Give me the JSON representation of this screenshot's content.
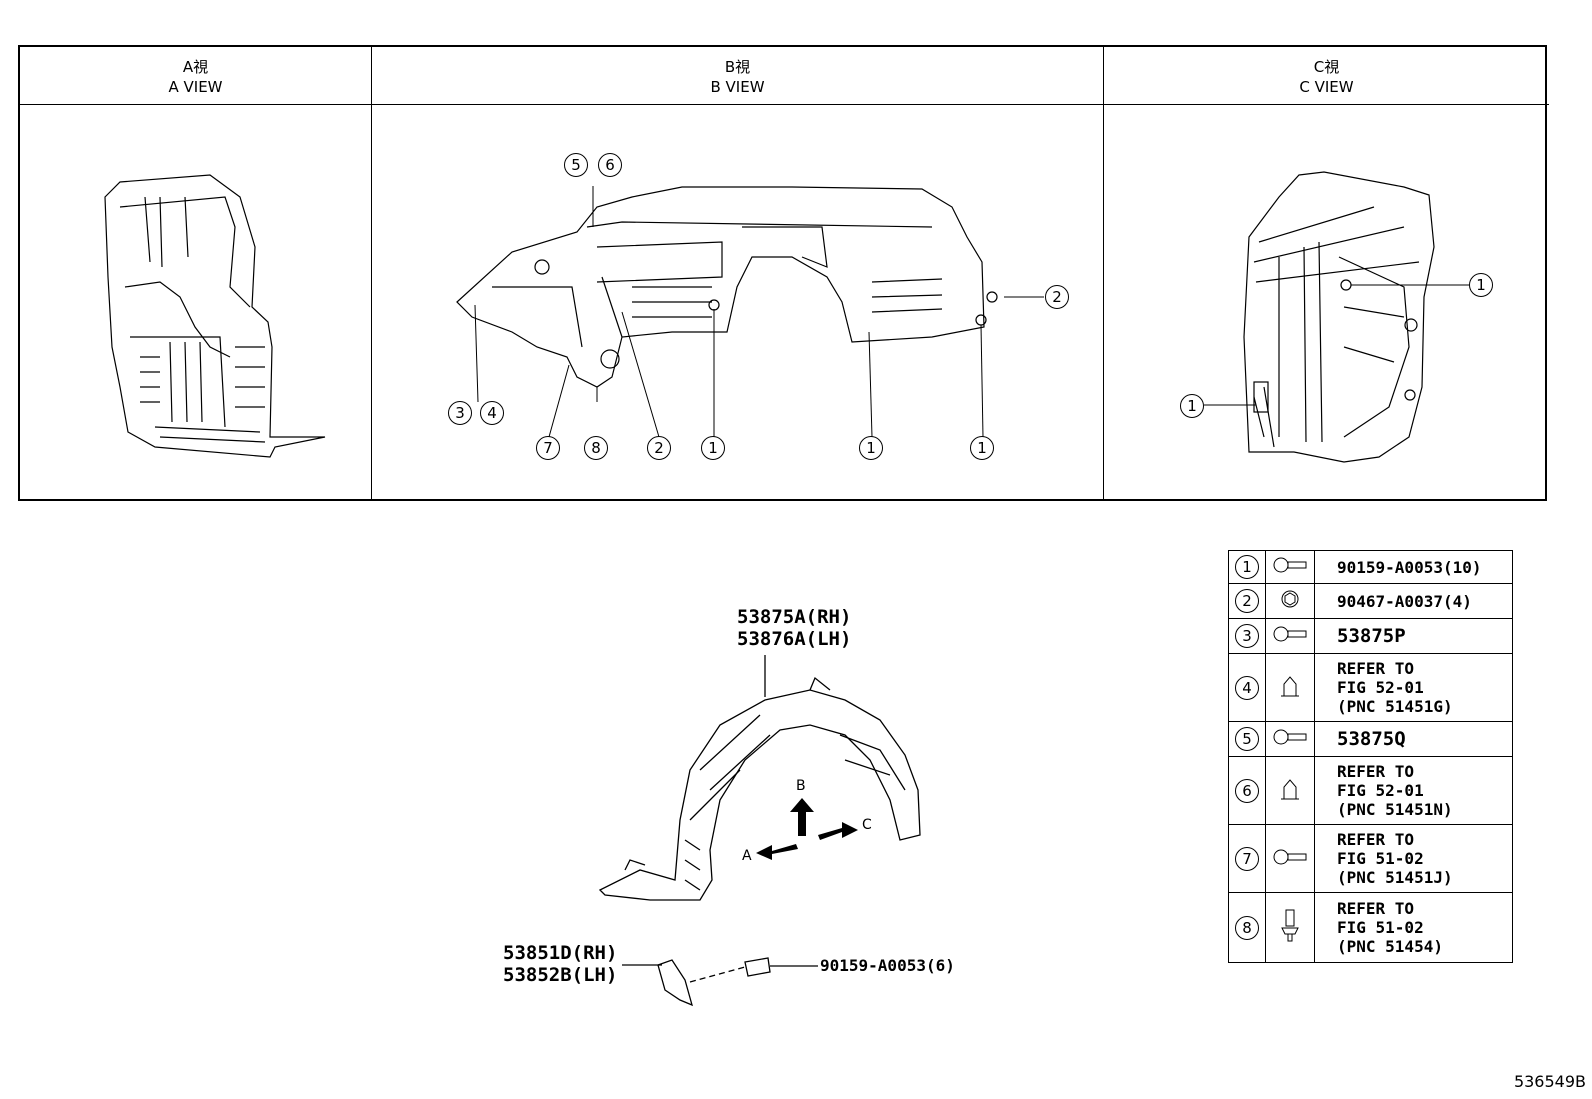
{
  "views": [
    {
      "jp": "A視",
      "en": "A VIEW"
    },
    {
      "jp": "B視",
      "en": "B VIEW"
    },
    {
      "jp": "C視",
      "en": "C VIEW"
    }
  ],
  "b_callouts": [
    "5",
    "6",
    "3",
    "4",
    "7",
    "8",
    "2",
    "1",
    "1",
    "1",
    "2"
  ],
  "c_callouts": [
    "1",
    "1"
  ],
  "main": {
    "liner_rh": "53875A(RH)",
    "liner_lh": "53876A(LH)",
    "bracket_rh": "53851D(RH)",
    "bracket_lh": "53852B(LH)",
    "bolt": "90159-A0053(6)",
    "arrow_a": "A",
    "arrow_b": "B",
    "arrow_c": "C"
  },
  "legend": [
    {
      "num": "1",
      "icon": "screw-icon",
      "lines": [
        "90159-A0053(10)"
      ]
    },
    {
      "num": "2",
      "icon": "nut-icon",
      "lines": [
        "90467-A0037(4)"
      ]
    },
    {
      "num": "3",
      "icon": "screw-icon",
      "lines": [
        "53875P"
      ]
    },
    {
      "num": "4",
      "icon": "clip-icon",
      "lines": [
        "REFER TO",
        "FIG 52-01",
        "(PNC 51451G)"
      ]
    },
    {
      "num": "5",
      "icon": "screw-icon",
      "lines": [
        "53875Q"
      ]
    },
    {
      "num": "6",
      "icon": "clip-icon",
      "lines": [
        "REFER TO",
        "FIG 52-01",
        "(PNC 51451N)"
      ]
    },
    {
      "num": "7",
      "icon": "screw-icon",
      "lines": [
        "REFER TO",
        "FIG 51-02",
        "(PNC 51451J)"
      ]
    },
    {
      "num": "8",
      "icon": "push-rivet-icon",
      "lines": [
        "REFER TO",
        "FIG 51-02",
        "(PNC 51454)"
      ]
    }
  ],
  "footer": "536549B"
}
